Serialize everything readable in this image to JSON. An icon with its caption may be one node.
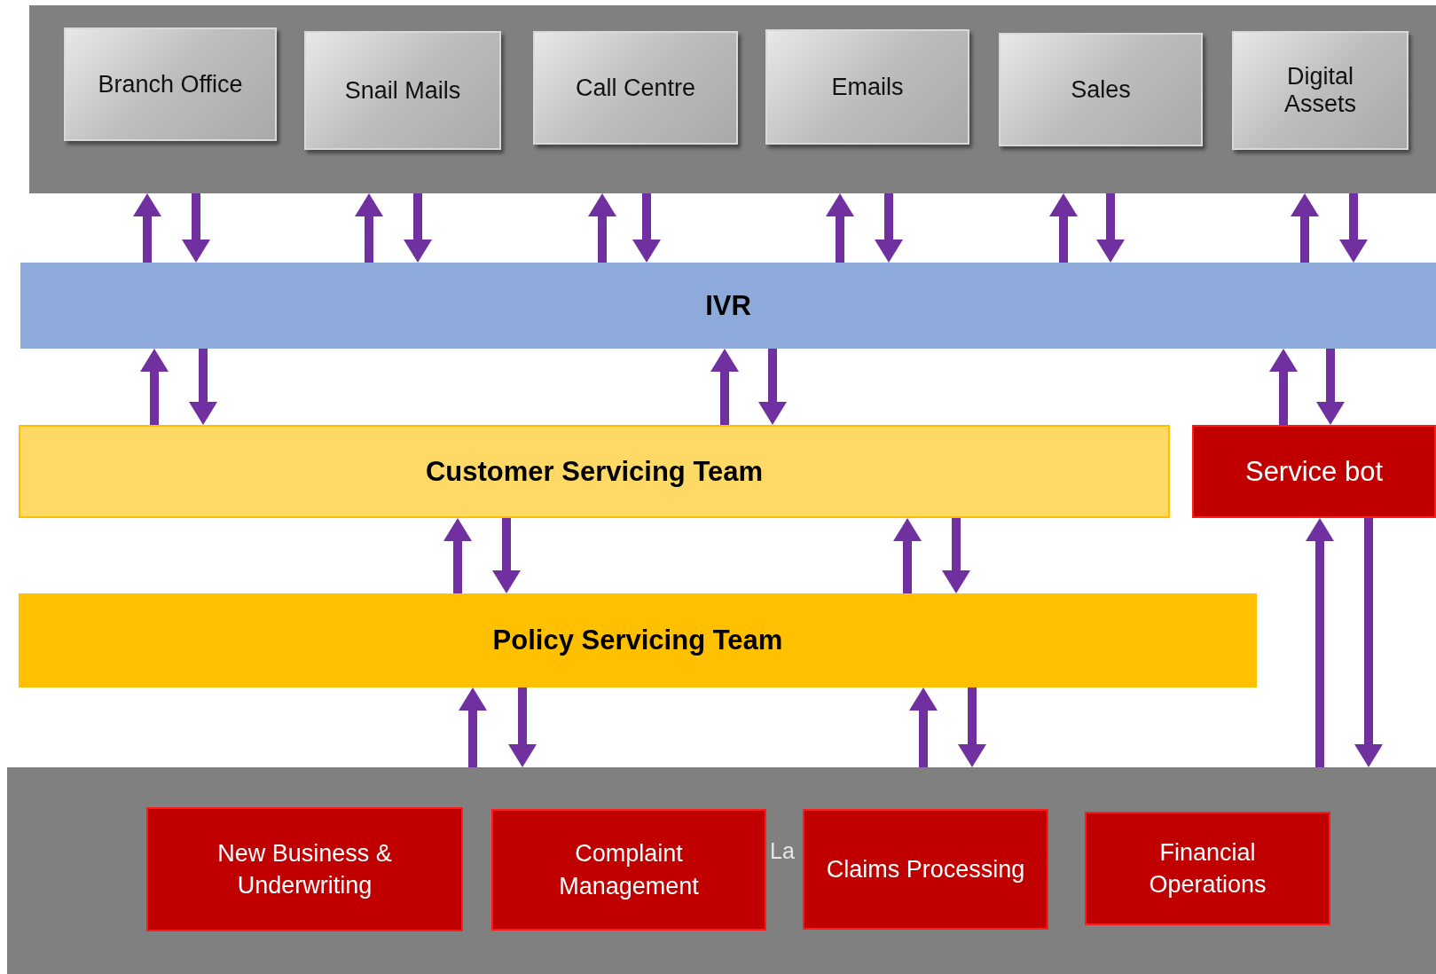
{
  "diagram": {
    "nodes": [
      {
        "text": [],
        "shape": "box"
      },
      {
        "text": [
          "Branch Office"
        ],
        "in": 0
      },
      {
        "text": [
          "Snail Mails"
        ],
        "in": 0
      },
      {
        "text": [
          "Call Centre"
        ],
        "in": 0
      },
      {
        "text": [
          "Emails"
        ],
        "in": 0
      },
      {
        "text": [
          "Sales"
        ],
        "in": 0
      },
      {
        "text": [
          "Digital Assets"
        ],
        "in": 0
      },
      {
        "text": [
          "IVR"
        ]
      },
      {
        "text": [
          "Customer Servicing Team"
        ]
      },
      {
        "text": [
          "Service bot"
        ]
      },
      {
        "text": [
          "Policy Servicing Team"
        ]
      },
      {
        "text": [
          "La"
        ]
      },
      {
        "text": [
          "New Business & Underwriting"
        ],
        "in": 11
      },
      {
        "text": [
          "Complaint Management"
        ],
        "in": 11
      },
      {
        "text": [
          "Claims Processing"
        ],
        "in": 11
      },
      {
        "text": [
          "Financial Operations"
        ],
        "in": 11
      }
    ],
    "edges": [
      {
        "from": 7,
        "to": 0,
        "arrow": "to"
      },
      {
        "from": 0,
        "to": 7,
        "arrow": "to"
      },
      {
        "from": 7,
        "to": 0,
        "arrow": "to"
      },
      {
        "from": 0,
        "to": 7,
        "arrow": "to"
      },
      {
        "from": 7,
        "to": 0,
        "arrow": "to"
      },
      {
        "from": 0,
        "to": 7,
        "arrow": "to"
      },
      {
        "from": 7,
        "to": 0,
        "arrow": "to"
      },
      {
        "from": 0,
        "to": 7,
        "arrow": "to"
      },
      {
        "from": 7,
        "to": 0,
        "arrow": "to"
      },
      {
        "from": 0,
        "to": 7,
        "arrow": "to"
      },
      {
        "from": 7,
        "to": 0,
        "arrow": "to"
      },
      {
        "from": 0,
        "to": 7,
        "arrow": "to"
      },
      {
        "from": 8,
        "to": 7,
        "arrow": "to"
      },
      {
        "from": 7,
        "to": 8,
        "arrow": "to"
      },
      {
        "from": 8,
        "to": 7,
        "arrow": "to"
      },
      {
        "from": 7,
        "to": 8,
        "arrow": "to"
      },
      {
        "from": 9,
        "to": 7,
        "arrow": "to"
      },
      {
        "from": 7,
        "to": 9,
        "arrow": "to"
      },
      {
        "from": 10,
        "to": 8,
        "arrow": "to"
      },
      {
        "from": 8,
        "to": 10,
        "arrow": "to"
      },
      {
        "from": 10,
        "to": 8,
        "arrow": "to"
      },
      {
        "from": 8,
        "to": 10,
        "arrow": "to"
      },
      {
        "from": 11,
        "to": 10,
        "arrow": "to"
      },
      {
        "from": 10,
        "to": 11,
        "arrow": "to"
      },
      {
        "from": 11,
        "to": 10,
        "arrow": "to"
      },
      {
        "from": 10,
        "to": 11,
        "arrow": "to"
      },
      {
        "from": 11,
        "to": 9,
        "arrow": "to"
      },
      {
        "from": 9,
        "to": 11,
        "arrow": "to"
      }
    ]
  }
}
